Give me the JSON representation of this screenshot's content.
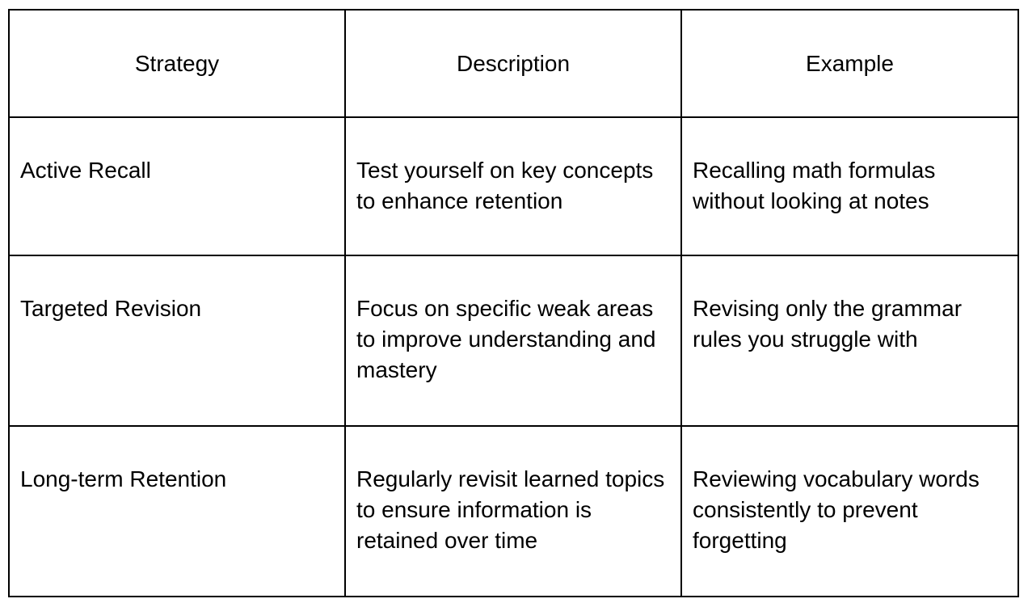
{
  "table": {
    "headers": [
      "Strategy",
      "Description",
      "Example"
    ],
    "rows": [
      {
        "strategy": "Active Recall",
        "description": "Test yourself on key concepts to enhance retention",
        "example": "Recalling math formulas without looking at notes"
      },
      {
        "strategy": "Targeted Revision",
        "description": "Focus on specific weak areas to improve understanding and mastery",
        "example": "Revising only the grammar rules you struggle with"
      },
      {
        "strategy": "Long-term Retention",
        "description": "Regularly revisit learned topics to ensure information is retained over time",
        "example": "Reviewing vocabulary words consistently to prevent forgetting"
      }
    ]
  }
}
